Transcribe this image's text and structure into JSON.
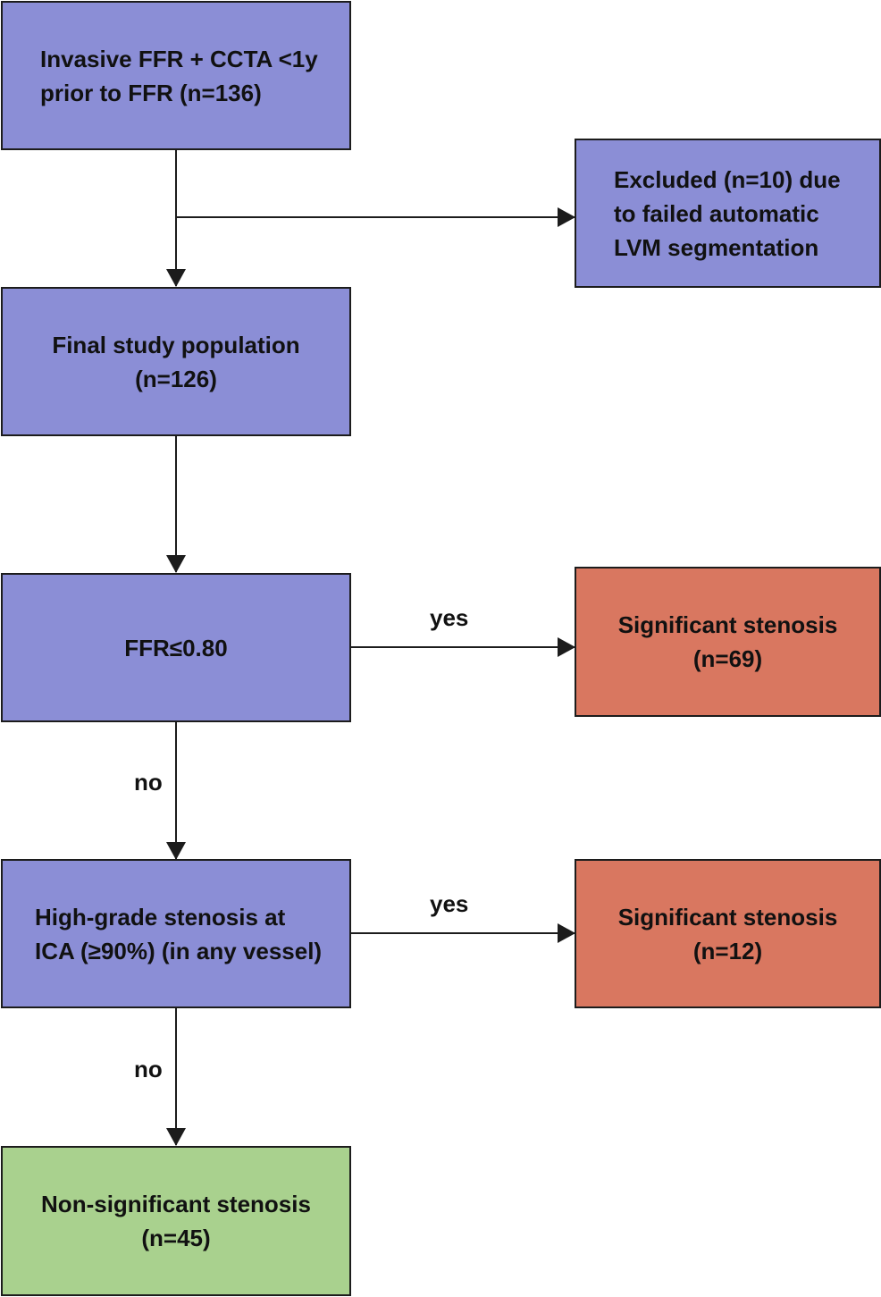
{
  "nodes": {
    "start": {
      "lines": [
        "Invasive FFR + CCTA <1y",
        "prior to FFR (n=136)"
      ],
      "fill": "#8b8ed6"
    },
    "excluded": {
      "lines": [
        "Excluded (n=10) due",
        "to failed automatic",
        "LVM segmentation"
      ],
      "fill": "#8b8ed6"
    },
    "final_population": {
      "lines": [
        "Final study population",
        "(n=126)"
      ],
      "fill": "#8b8ed6"
    },
    "ffr_decision": {
      "lines": [
        "FFR≤0.80"
      ],
      "fill": "#8b8ed6"
    },
    "significant_1": {
      "lines": [
        "Significant stenosis",
        "(n=69)"
      ],
      "fill": "#d97760"
    },
    "highgrade_decision": {
      "lines": [
        "High-grade stenosis at",
        "ICA (≥90%) (in any vessel)"
      ],
      "fill": "#8b8ed6"
    },
    "significant_2": {
      "lines": [
        "Significant stenosis",
        "(n=12)"
      ],
      "fill": "#d97760"
    },
    "non_significant": {
      "lines": [
        "Non-significant stenosis",
        "(n=45)"
      ],
      "fill": "#a9d18e"
    }
  },
  "edges": {
    "ffr_yes": "yes",
    "ffr_no": "no",
    "highgrade_yes": "yes",
    "highgrade_no": "no"
  },
  "colors": {
    "stroke": "#1c1c1c",
    "decision_fill": "#8b8ed6",
    "positive_fill": "#d97760",
    "negative_fill": "#a9d18e"
  }
}
